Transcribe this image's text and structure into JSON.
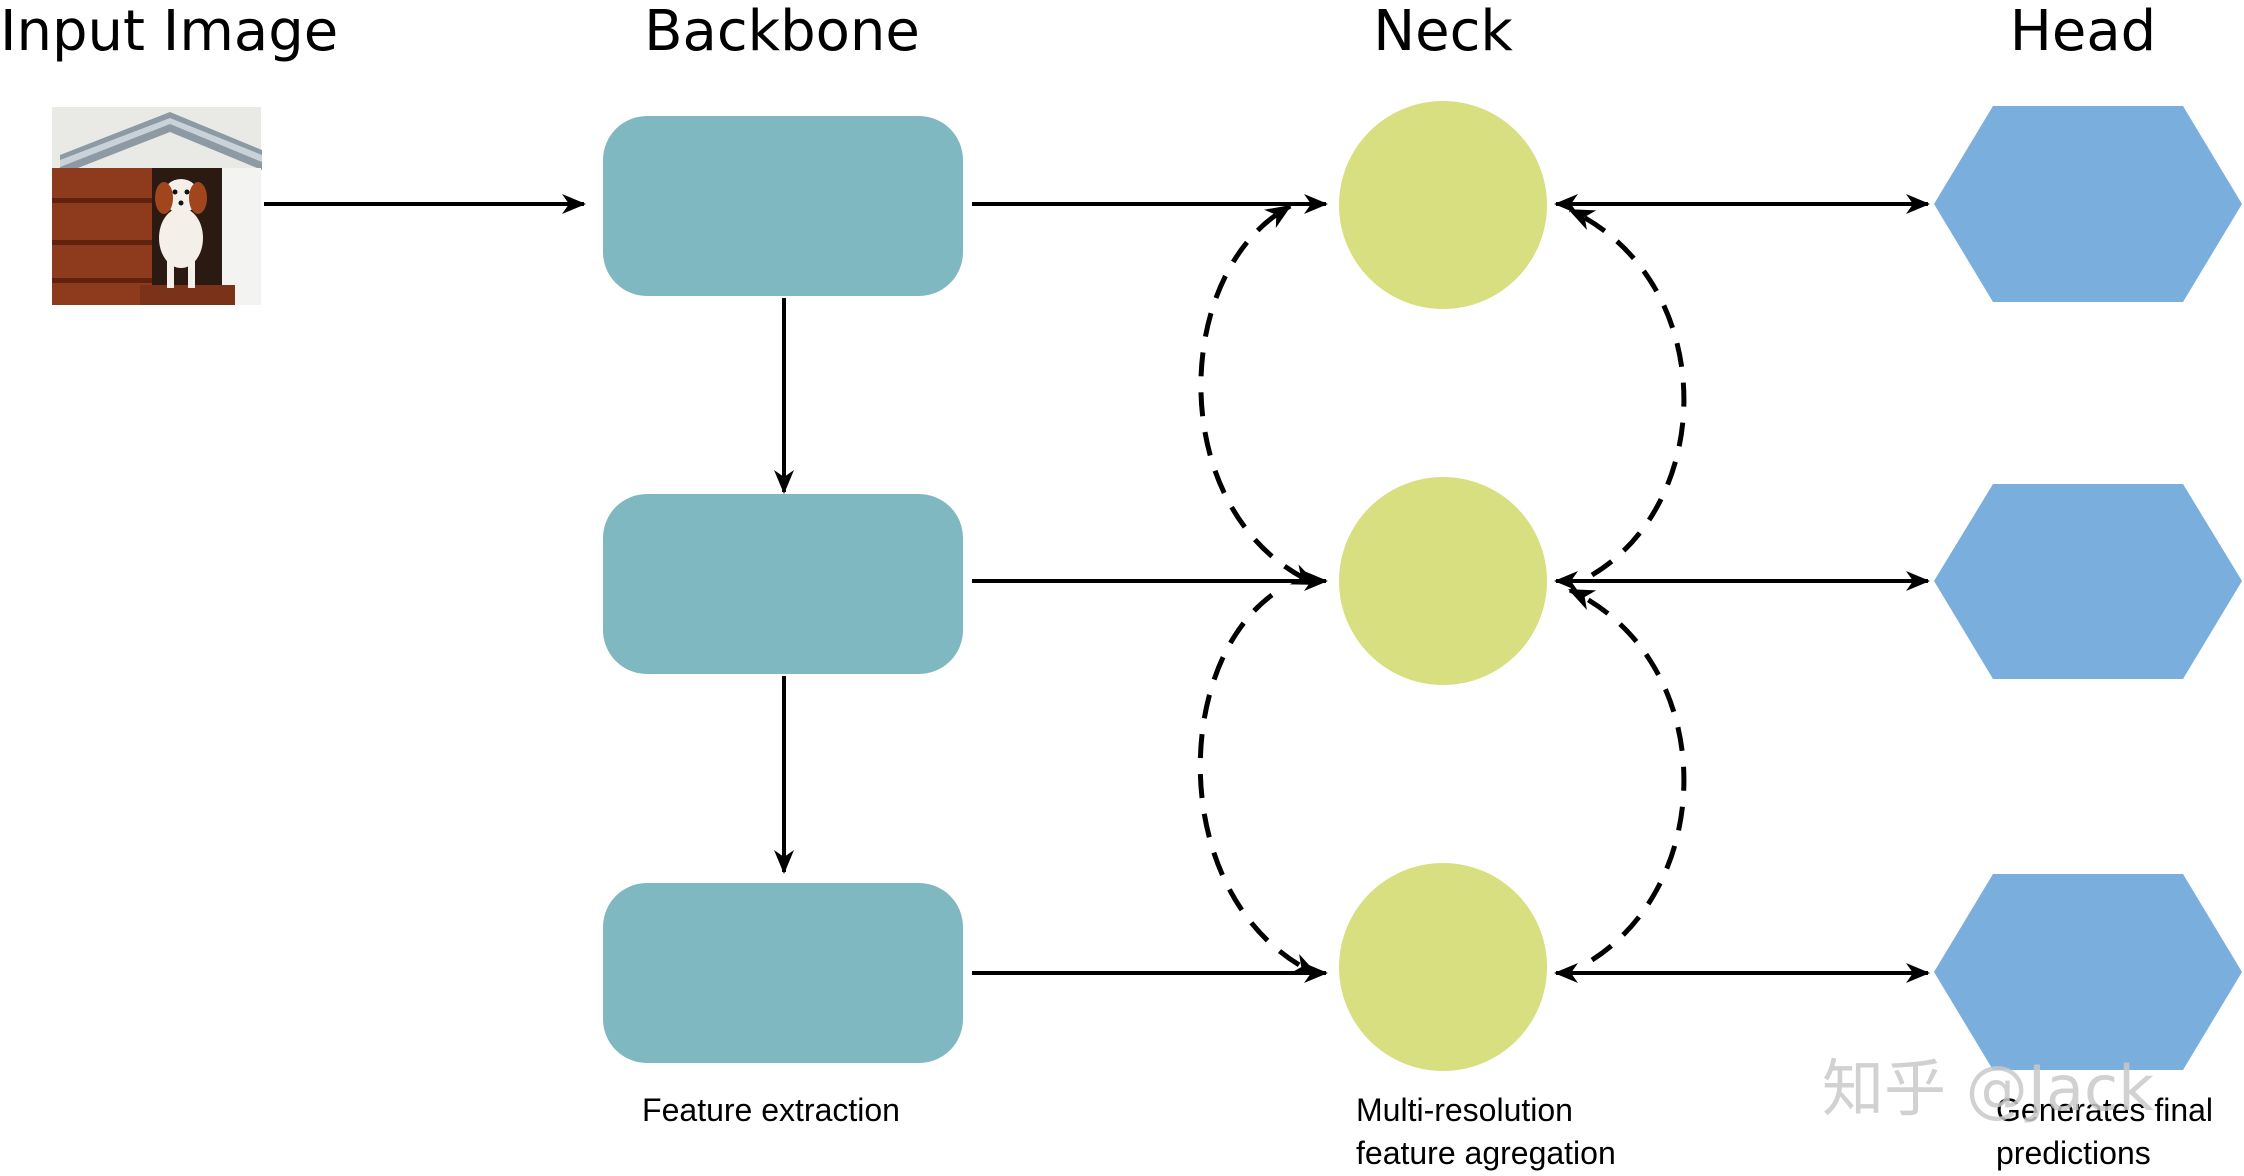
{
  "headings": {
    "input": "Input Image",
    "backbone": "Backbone",
    "neck": "Neck",
    "head": "Head"
  },
  "captions": {
    "backbone": "Feature extraction",
    "neck_line1": "Multi-resolution",
    "neck_line2": "feature agregation",
    "head_line1": "Generates final",
    "head_line2": "predictions"
  },
  "watermark": "知乎 @Jack",
  "colors": {
    "backbone_block": "#7fb8c0",
    "neck_node": "#d8df80",
    "head_node": "#7aaedd",
    "arrow": "#000000"
  }
}
